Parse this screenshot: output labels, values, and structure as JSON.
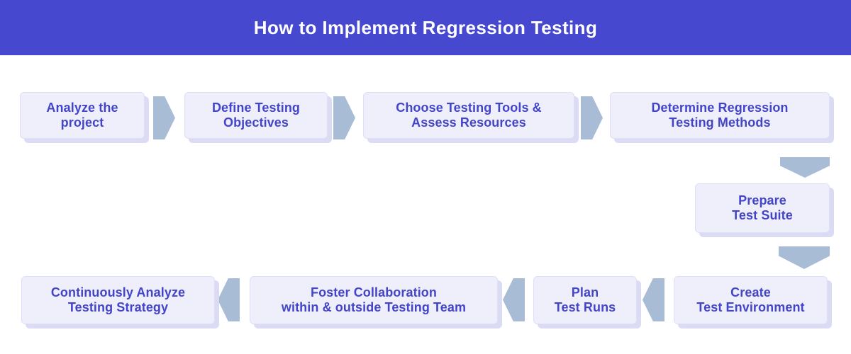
{
  "title": "How to Implement Regression Testing",
  "colors": {
    "banner": "#4649CF",
    "box_fill": "#EFEFFC",
    "box_border": "#DEDEF6",
    "box_shadow": "#DBDBF4",
    "step_text": "#4345C8",
    "arrow": "#A8BCD5",
    "page_bg": "#FFFFFF",
    "title_text": "#FFFFFF"
  },
  "steps": [
    {
      "order": 1,
      "label": "Analyze the\nproject"
    },
    {
      "order": 2,
      "label": "Define Testing\nObjectives"
    },
    {
      "order": 3,
      "label": "Choose Testing Tools &\nAssess Resources"
    },
    {
      "order": 4,
      "label": "Determine Regression\nTesting Methods"
    },
    {
      "order": 5,
      "label": "Prepare\nTest Suite"
    },
    {
      "order": 6,
      "label": "Create\nTest Environment"
    },
    {
      "order": 7,
      "label": "Plan\nTest Runs"
    },
    {
      "order": 8,
      "label": "Foster Collaboration\nwithin & outside Testing Team"
    },
    {
      "order": 9,
      "label": "Continuously Analyze\nTesting Strategy"
    }
  ],
  "arrows": [
    {
      "icon": "arrow-right-icon",
      "from": 1,
      "to": 2
    },
    {
      "icon": "arrow-right-icon",
      "from": 2,
      "to": 3
    },
    {
      "icon": "arrow-right-icon",
      "from": 3,
      "to": 4
    },
    {
      "icon": "arrow-down-icon",
      "from": 4,
      "to": 5
    },
    {
      "icon": "arrow-down-icon",
      "from": 5,
      "to": 6
    },
    {
      "icon": "arrow-left-icon",
      "from": 6,
      "to": 7
    },
    {
      "icon": "arrow-left-icon",
      "from": 7,
      "to": 8
    },
    {
      "icon": "arrow-left-icon",
      "from": 8,
      "to": 9
    }
  ]
}
